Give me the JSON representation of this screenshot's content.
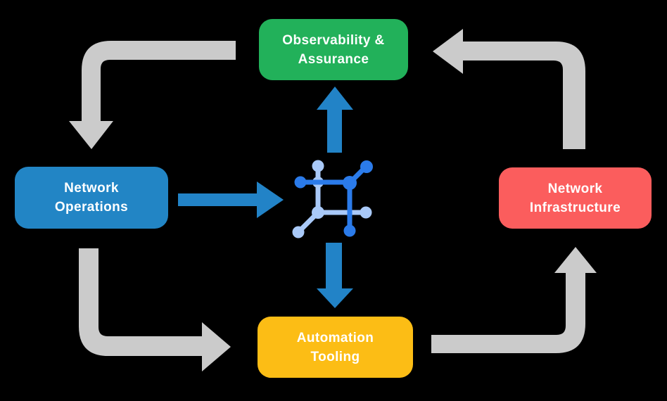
{
  "diagram": {
    "background": "#000000",
    "center_icon": "network-fabric-icon",
    "nodes": {
      "observability": {
        "line1": "Observability &",
        "line2": "Assurance",
        "color": "#22b15a"
      },
      "operations": {
        "line1": "Network",
        "line2": "Operations",
        "color": "#2285c5"
      },
      "infrastructure": {
        "line1": "Network",
        "line2": "Infrastructure",
        "color": "#fb5d5d"
      },
      "automation": {
        "line1": "Automation",
        "line2": "Tooling",
        "color": "#fcbd15"
      }
    },
    "colors": {
      "gray_arrow": "#cbcbcb",
      "blue_arrow": "#2283c7",
      "icon_dark": "#2b7bea",
      "icon_light": "#a9c9f8",
      "text": "#ffffff"
    }
  }
}
